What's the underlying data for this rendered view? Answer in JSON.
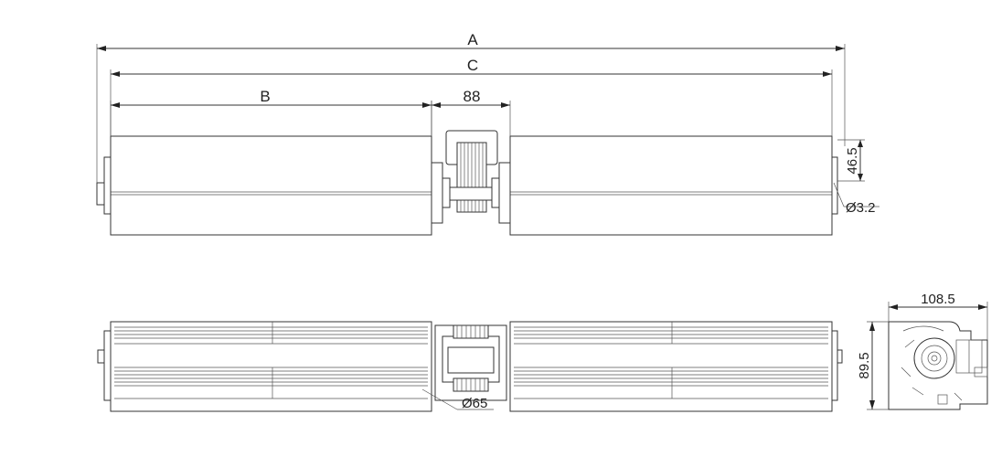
{
  "dimensions": {
    "overall_length": "A",
    "mounting_length": "C",
    "rotor_length": "B",
    "motor_width": "88",
    "mount_height": "46.5",
    "hole_diameter": "Ø3.2",
    "impeller_diameter": "Ø65",
    "side_width": "108.5",
    "side_height": "89.5"
  },
  "colors": {
    "line": "#333333",
    "background": "#ffffff"
  }
}
